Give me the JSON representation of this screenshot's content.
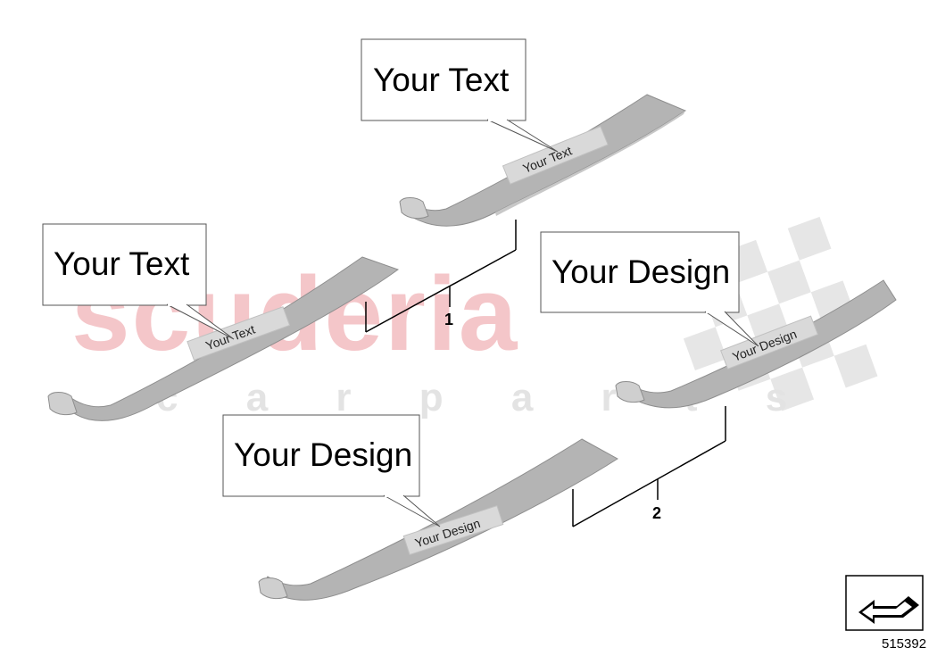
{
  "watermark": {
    "brand": "scuderia",
    "subtitle": "c a r   p a r t s"
  },
  "callouts": {
    "top_text": "Your Text",
    "left_text": "Your Text",
    "right_design": "Your Design",
    "bottom_design": "Your Design"
  },
  "plates": {
    "top": "Your Text",
    "left": "Your Text",
    "right": "Your Design",
    "bottom": "Your Design"
  },
  "references": {
    "group1": "1",
    "group2": "2"
  },
  "figure_number": "515392",
  "icons": {
    "orientation": "view-direction-arrow-icon"
  },
  "colors": {
    "watermark_red": "#f4c6c9",
    "watermark_gray": "#e3e3e3",
    "plate_gray": "#b4b4b4",
    "plate_edge": "#9a9a9a",
    "label_box": "#d9d9d9"
  }
}
